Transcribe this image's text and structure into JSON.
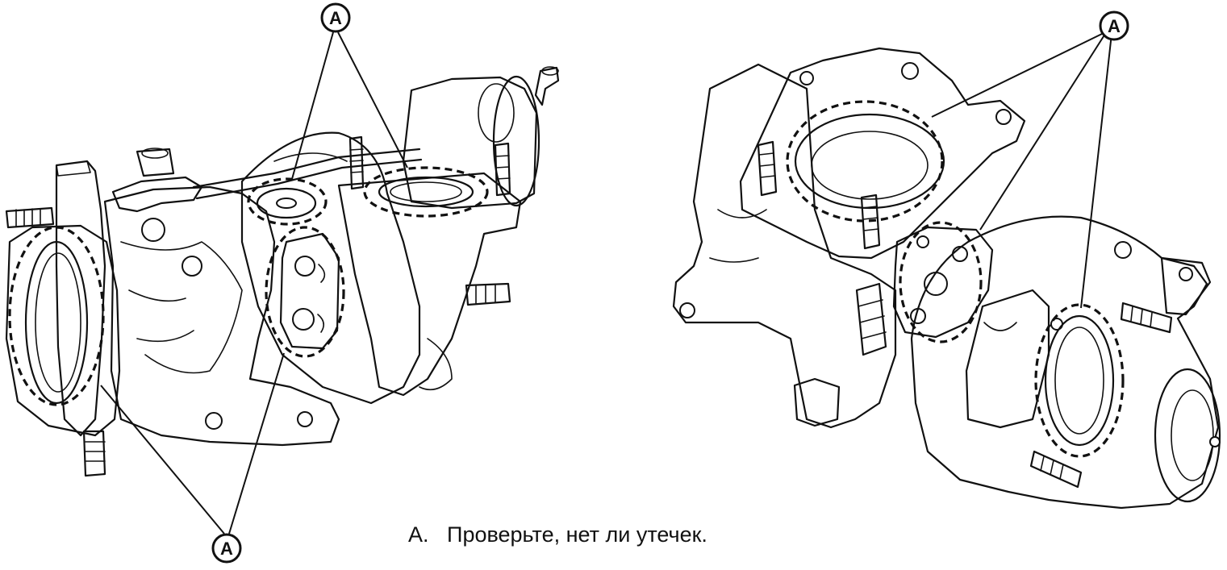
{
  "callout_letter": "A",
  "caption": {
    "key": "A.",
    "text": "Проверьте, нет ли утечек."
  },
  "colors": {
    "ink": "#111111",
    "background": "#ffffff"
  }
}
